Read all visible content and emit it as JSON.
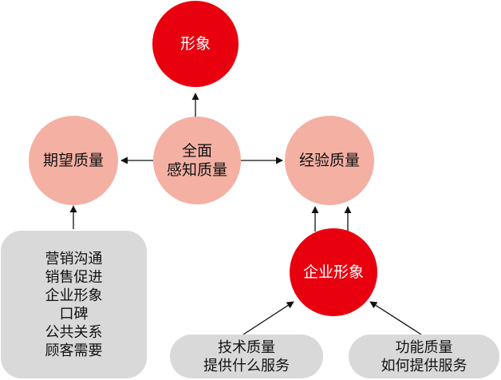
{
  "nodes": {
    "image": "形象",
    "expected_quality": "期望质量",
    "perceived_quality": [
      "全面",
      "感知质量"
    ],
    "experienced_quality": "经验质量",
    "corporate_image": "企业形象"
  },
  "boxes": {
    "marketing_factors": [
      "营销沟通",
      "销售促进",
      "企业形象",
      "口碑",
      "公共关系",
      "顾客需要"
    ],
    "technical_quality": [
      "技术质量",
      "提供什么服务"
    ],
    "functional_quality": [
      "功能质量",
      "如何提供服务"
    ]
  },
  "colors": {
    "red_node": "#e8000e",
    "pink_node": "#f4b0a3",
    "gray_box": "#d9d9d9",
    "arrow": "#111111"
  }
}
